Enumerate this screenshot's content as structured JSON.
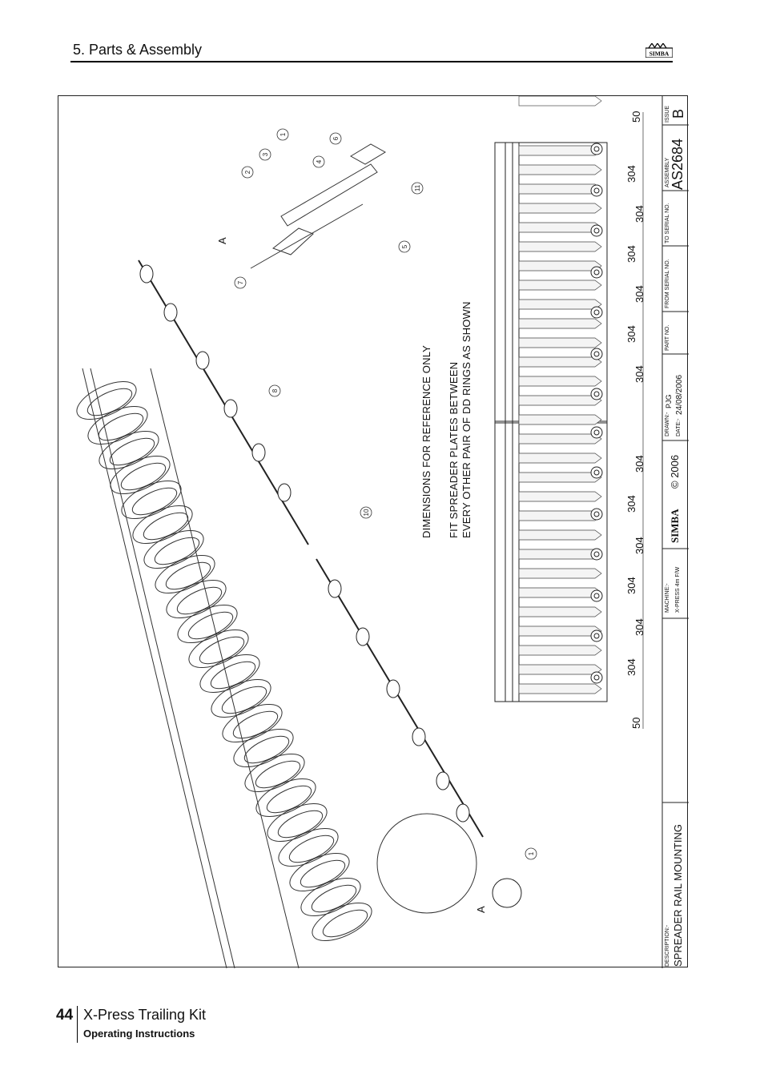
{
  "header": {
    "section_title": "5. Parts & Assembly",
    "logo_text": "SIMBA"
  },
  "drawing": {
    "notes": {
      "line1": "DIMENSIONS FOR REFERENCE ONLY",
      "line2": "FIT SPREADER PLATES BETWEEN",
      "line3": "EVERY OTHER PAIR OF DD RINGS AS SHOWN"
    },
    "view_label": "A",
    "part_callouts": [
      "1",
      "2",
      "3",
      "4",
      "5",
      "6",
      "7",
      "8",
      "10",
      "11"
    ],
    "dimensions": {
      "end_gap": "50",
      "spacings": [
        "304",
        "304",
        "304",
        "304",
        "304",
        "304",
        "304",
        "304",
        "304",
        "304",
        "304",
        "304"
      ]
    },
    "title_block": {
      "description_label": "DESCRIPTION:-",
      "description": "SPREADER RAIL MOUNTING",
      "machine_label": "MACHINE:-",
      "machine": "X-PRESS 4m F/W",
      "brand": "SIMBA",
      "copyright": "© 2006",
      "drawn_label": "DRAWN:-",
      "drawn": "PJG",
      "date_label": "DATE:-",
      "date": "24/08/2006",
      "part_no_label": "PART NO.",
      "from_serial_label": "FROM SERIAL NO.",
      "to_serial_label": "TO SERIAL NO.",
      "assembly_label": "ASSEMBLY",
      "assembly": "AS2684",
      "issue_label": "ISSUE",
      "issue": "B"
    }
  },
  "footer": {
    "page_number": "44",
    "doc_title": "X-Press Trailing Kit",
    "doc_subtitle": "Operating Instructions"
  }
}
